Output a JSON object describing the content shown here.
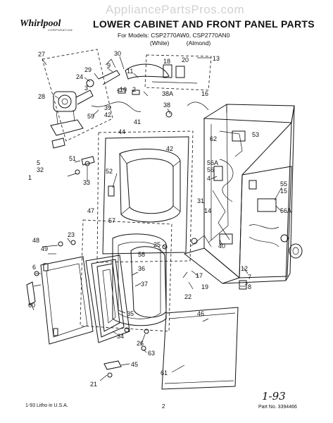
{
  "header": {
    "watermark": "AppliancePartsPros.com",
    "brand": "Whirlpool",
    "brand_sub": "CORPORATION",
    "title": "LOWER CABINET AND FRONT PANEL PARTS",
    "models_line": "For Models: CSP2770AW0, CSP2770AN0",
    "color_white": "(White)",
    "color_almond": "(Almond)"
  },
  "footer": {
    "left": "1-93 Litho in U.S.A.",
    "page": "2",
    "date": "1-93",
    "part_no": "Part No. 3394466"
  },
  "callouts": [
    {
      "label": "27"
    },
    {
      "label": "30"
    },
    {
      "label": "11"
    },
    {
      "label": "13"
    },
    {
      "label": "18"
    },
    {
      "label": "20"
    },
    {
      "label": "9"
    },
    {
      "label": "29"
    },
    {
      "label": "24"
    },
    {
      "label": "2"
    },
    {
      "label": "10"
    },
    {
      "label": "28"
    },
    {
      "label": "3"
    },
    {
      "label": "39"
    },
    {
      "label": "42"
    },
    {
      "label": "59"
    },
    {
      "label": "38A"
    },
    {
      "label": "16"
    },
    {
      "label": "38"
    },
    {
      "label": "41"
    },
    {
      "label": "42"
    },
    {
      "label": "44"
    },
    {
      "label": "62"
    },
    {
      "label": "53"
    },
    {
      "label": "51"
    },
    {
      "label": "56A"
    },
    {
      "label": "56"
    },
    {
      "label": "5"
    },
    {
      "label": "32"
    },
    {
      "label": "1"
    },
    {
      "label": "33"
    },
    {
      "label": "52"
    },
    {
      "label": "4"
    },
    {
      "label": "55"
    },
    {
      "label": "15"
    },
    {
      "label": "31"
    },
    {
      "label": "14"
    },
    {
      "label": "56A"
    },
    {
      "label": "47"
    },
    {
      "label": "57"
    },
    {
      "label": "23"
    },
    {
      "label": "58"
    },
    {
      "label": "25"
    },
    {
      "label": "40"
    },
    {
      "label": "48"
    },
    {
      "label": "49"
    },
    {
      "label": "6"
    },
    {
      "label": "7"
    },
    {
      "label": "12"
    },
    {
      "label": "36"
    },
    {
      "label": "37"
    },
    {
      "label": "17"
    },
    {
      "label": "19"
    },
    {
      "label": "8"
    },
    {
      "label": "22"
    },
    {
      "label": "60"
    },
    {
      "label": "35"
    },
    {
      "label": "34"
    },
    {
      "label": "46"
    },
    {
      "label": "26"
    },
    {
      "label": "63"
    },
    {
      "label": "45"
    },
    {
      "label": "61"
    },
    {
      "label": "21"
    }
  ]
}
